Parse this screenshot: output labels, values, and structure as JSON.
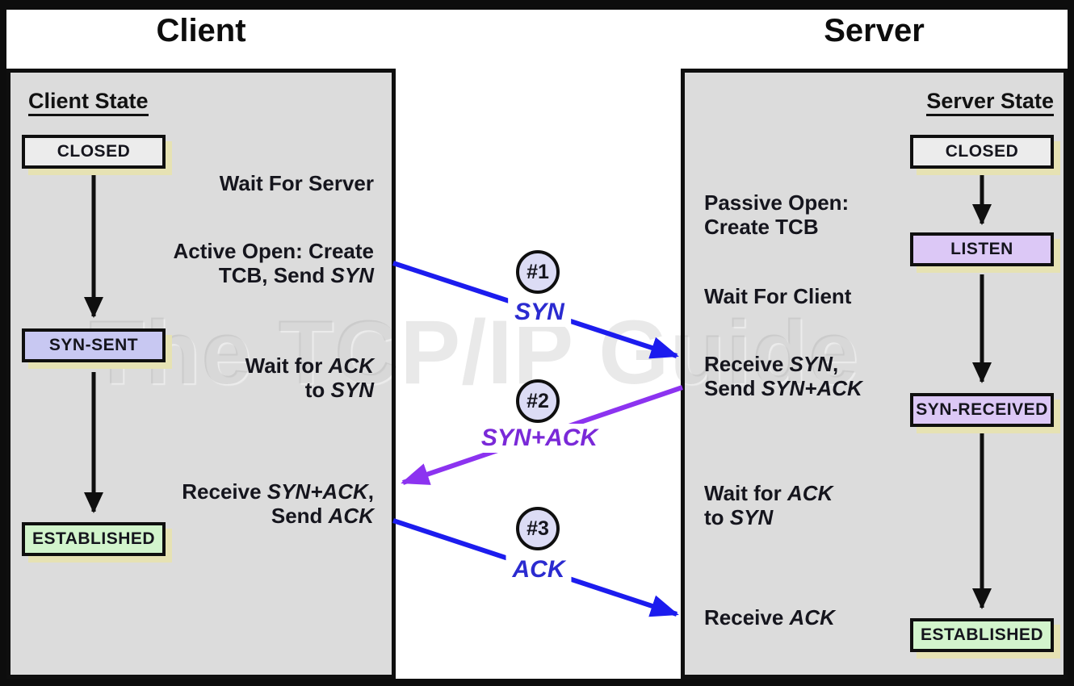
{
  "titles": {
    "client": "Client",
    "server": "Server"
  },
  "watermark": "The TCP/IP Guide",
  "client": {
    "heading": "Client State",
    "states": [
      {
        "id": "closed",
        "label": "CLOSED",
        "fill": "#ececec"
      },
      {
        "id": "syn-sent",
        "label": "SYN-SENT",
        "fill": "#c8c8f2"
      },
      {
        "id": "established",
        "label": "ESTABLISHED",
        "fill": "#d2f4cc"
      }
    ],
    "annotations": [
      {
        "id": "wait-for-server",
        "segments": [
          {
            "t": "Wait For Server"
          }
        ]
      },
      {
        "id": "active-open",
        "segments": [
          {
            "t": "Active Open: Create"
          },
          {
            "br": true
          },
          {
            "t": "TCB, Send "
          },
          {
            "t": "SYN",
            "i": true
          }
        ]
      },
      {
        "id": "wait-for-ack",
        "segments": [
          {
            "t": "Wait for "
          },
          {
            "t": "ACK",
            "i": true
          },
          {
            "br": true
          },
          {
            "t": "to "
          },
          {
            "t": "SYN",
            "i": true
          }
        ]
      },
      {
        "id": "receive-syn-ack",
        "segments": [
          {
            "t": "Receive "
          },
          {
            "t": "SYN+ACK",
            "i": true
          },
          {
            "t": ","
          },
          {
            "br": true
          },
          {
            "t": "Send "
          },
          {
            "t": "ACK",
            "i": true
          }
        ]
      }
    ]
  },
  "server": {
    "heading": "Server State",
    "states": [
      {
        "id": "closed",
        "label": "CLOSED",
        "fill": "#ececec"
      },
      {
        "id": "listen",
        "label": "LISTEN",
        "fill": "#dcc8f6"
      },
      {
        "id": "syn-received",
        "label": "SYN-RECEIVED",
        "fill": "#dcc8f6"
      },
      {
        "id": "established",
        "label": "ESTABLISHED",
        "fill": "#d2f4cc"
      }
    ],
    "annotations": [
      {
        "id": "passive-open",
        "segments": [
          {
            "t": "Passive Open:"
          },
          {
            "br": true
          },
          {
            "t": "Create TCB"
          }
        ]
      },
      {
        "id": "wait-for-client",
        "segments": [
          {
            "t": "Wait For Client"
          }
        ]
      },
      {
        "id": "receive-syn",
        "segments": [
          {
            "t": "Receive "
          },
          {
            "t": "SYN",
            "i": true
          },
          {
            "t": ","
          },
          {
            "br": true
          },
          {
            "t": "Send "
          },
          {
            "t": "SYN+ACK",
            "i": true
          }
        ]
      },
      {
        "id": "wait-for-ack",
        "segments": [
          {
            "t": "Wait for "
          },
          {
            "t": "ACK",
            "i": true
          },
          {
            "br": true
          },
          {
            "t": "to "
          },
          {
            "t": "SYN",
            "i": true
          }
        ]
      },
      {
        "id": "receive-ack",
        "segments": [
          {
            "t": "Receive "
          },
          {
            "t": "ACK",
            "i": true
          }
        ]
      }
    ]
  },
  "messages": [
    {
      "number": "#1",
      "label": "SYN",
      "direction": "client-to-server",
      "arrow_color": "#1c1cee",
      "label_color": "#2b2bd0",
      "circle_fill": "#dcdcf5"
    },
    {
      "number": "#2",
      "label": "SYN+ACK",
      "direction": "server-to-client",
      "arrow_color": "#8c33f0",
      "label_color": "#7a29d8",
      "circle_fill": "#dcdcf5"
    },
    {
      "number": "#3",
      "label": "ACK",
      "direction": "client-to-server",
      "arrow_color": "#1c1cee",
      "label_color": "#2b2bd0",
      "circle_fill": "#dcdcf5"
    }
  ],
  "colors": {
    "frame": "#0d0d0d",
    "background": "#ffffff",
    "panel_fill": "#dcdcdc",
    "panel_border": "#0f0f0f",
    "box_shadow": "#e6e2b3",
    "flow_arrow": "#0f0f0f",
    "blue_arrow": "#1c1cee",
    "purple_arrow": "#8c33f0"
  }
}
